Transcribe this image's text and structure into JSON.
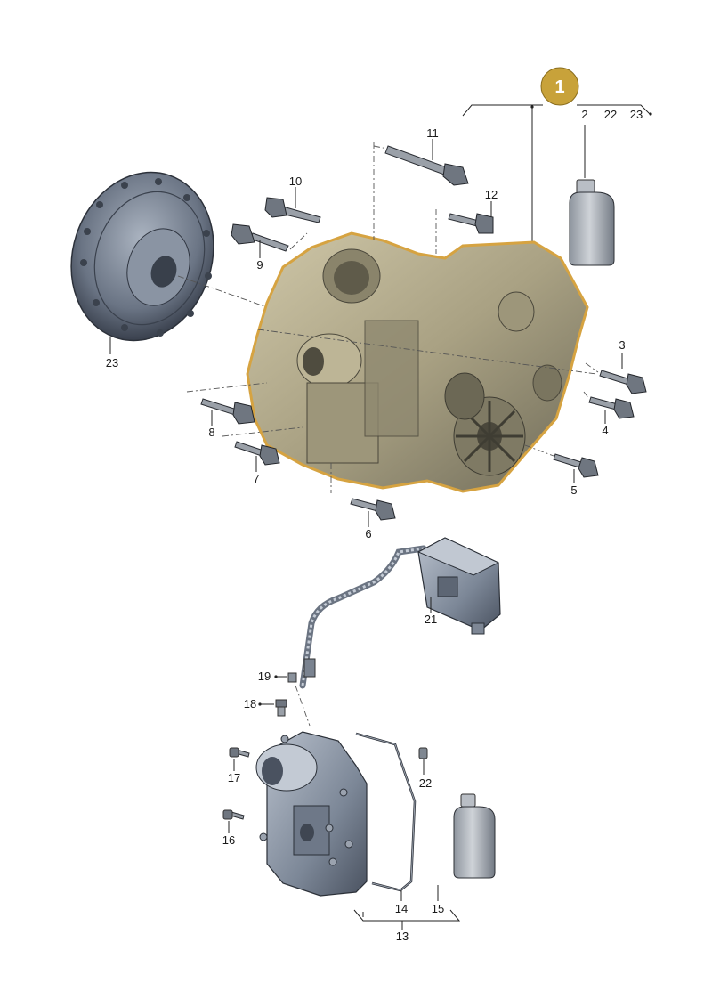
{
  "diagram": {
    "badge_label": "1",
    "badge_color": "#c8a23a",
    "housing_outline_color": "#d6a341",
    "parts": [
      {
        "key": "p2",
        "label": "2"
      },
      {
        "key": "p22a",
        "label": "22"
      },
      {
        "key": "p23a",
        "label": "23"
      },
      {
        "key": "p11",
        "label": "11"
      },
      {
        "key": "p10",
        "label": "10"
      },
      {
        "key": "p12",
        "label": "12"
      },
      {
        "key": "p9",
        "label": "9"
      },
      {
        "key": "p23b",
        "label": "23"
      },
      {
        "key": "p3",
        "label": "3"
      },
      {
        "key": "p4",
        "label": "4"
      },
      {
        "key": "p8",
        "label": "8"
      },
      {
        "key": "p7",
        "label": "7"
      },
      {
        "key": "p5",
        "label": "5"
      },
      {
        "key": "p6",
        "label": "6"
      },
      {
        "key": "p21",
        "label": "21"
      },
      {
        "key": "p19",
        "label": "19"
      },
      {
        "key": "p18",
        "label": "18"
      },
      {
        "key": "p17",
        "label": "17"
      },
      {
        "key": "p22b",
        "label": "22"
      },
      {
        "key": "p16",
        "label": "16"
      },
      {
        "key": "p14",
        "label": "14"
      },
      {
        "key": "p15",
        "label": "15"
      },
      {
        "key": "p13",
        "label": "13"
      }
    ]
  }
}
